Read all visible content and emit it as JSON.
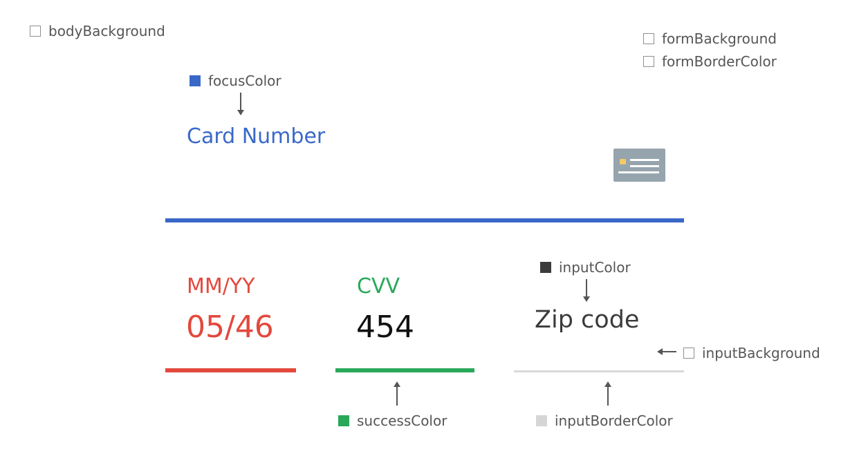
{
  "colors": {
    "focusColor": "#3a68c8",
    "successColor": "#2aa85a",
    "errorColor": "#e2493d",
    "inputColor": "#3b3b3b",
    "inputBorderColor": "#d9d9d9",
    "bodyBackground": "#ffffff",
    "formBackground": "#ffffff",
    "formBorderColor": "#ffffff",
    "inputBackground": "#ffffff",
    "cardIcon": "#95a4ad",
    "cardChip": "#f5c86a"
  },
  "legend": {
    "bodyBackground": "bodyBackground",
    "formBackground": "formBackground",
    "formBorderColor": "formBorderColor",
    "focusColor": "focusColor",
    "inputColor": "inputColor",
    "inputBackground": "inputBackground",
    "successColor": "successColor",
    "inputBorderColor": "inputBorderColor"
  },
  "form": {
    "card_number": {
      "label": "Card Number",
      "icon": "credit-card-icon"
    },
    "expiry": {
      "label": "MM/YY",
      "value": "05/46"
    },
    "cvv": {
      "label": "CVV",
      "value": "454"
    },
    "zip": {
      "placeholder": "Zip code"
    }
  }
}
